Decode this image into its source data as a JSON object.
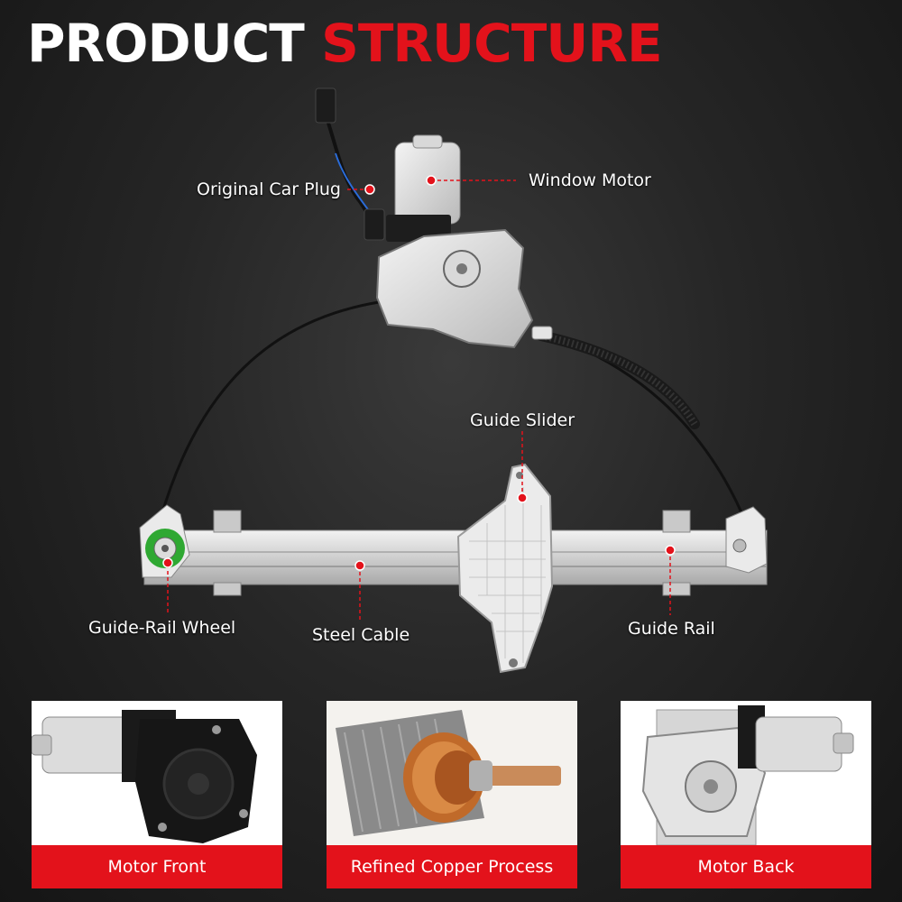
{
  "title": {
    "part1": "PRODUCT",
    "part2": "STRUCTURE"
  },
  "colors": {
    "accent": "#e3121b",
    "background": "#222222",
    "text": "#ffffff"
  },
  "callouts": {
    "original_car_plug": "Original Car Plug",
    "window_motor": "Window Motor",
    "guide_slider": "Guide Slider",
    "guide_rail_wheel": "Guide-Rail Wheel",
    "steel_cable": "Steel Cable",
    "guide_rail": "Guide Rail"
  },
  "panels": [
    {
      "caption": "Motor Front"
    },
    {
      "caption": "Refined Copper Process"
    },
    {
      "caption": "Motor Back"
    }
  ]
}
